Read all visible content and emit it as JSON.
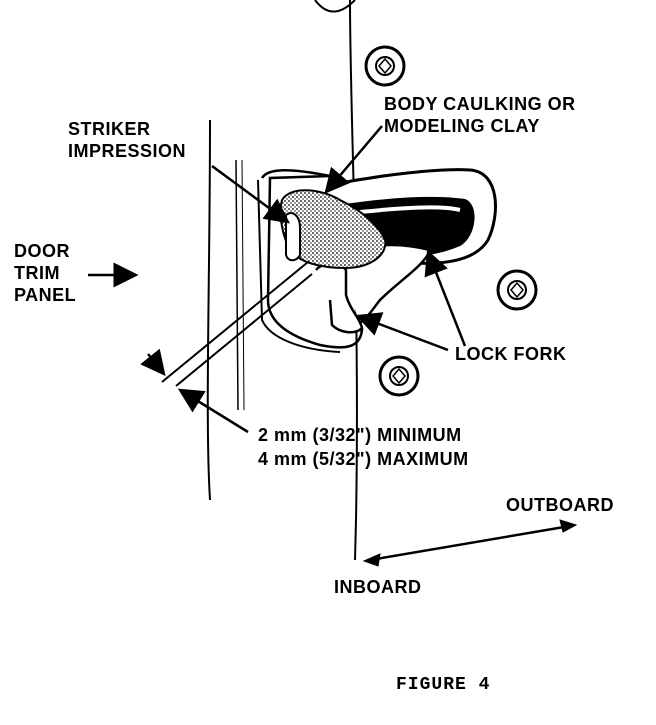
{
  "labels": {
    "body_caulking": [
      "BODY CAULKING OR",
      "MODELING CLAY"
    ],
    "striker_impression": [
      "STRIKER",
      "IMPRESSION"
    ],
    "door_trim_panel": [
      "DOOR",
      "TRIM",
      "PANEL"
    ],
    "lock_fork": "LOCK FORK",
    "gap_min": "2 mm (3/32\") MINIMUM",
    "gap_max": "4 mm (5/32\") MAXIMUM",
    "outboard": "OUTBOARD",
    "inboard": "INBOARD"
  },
  "caption": "FIGURE 4"
}
